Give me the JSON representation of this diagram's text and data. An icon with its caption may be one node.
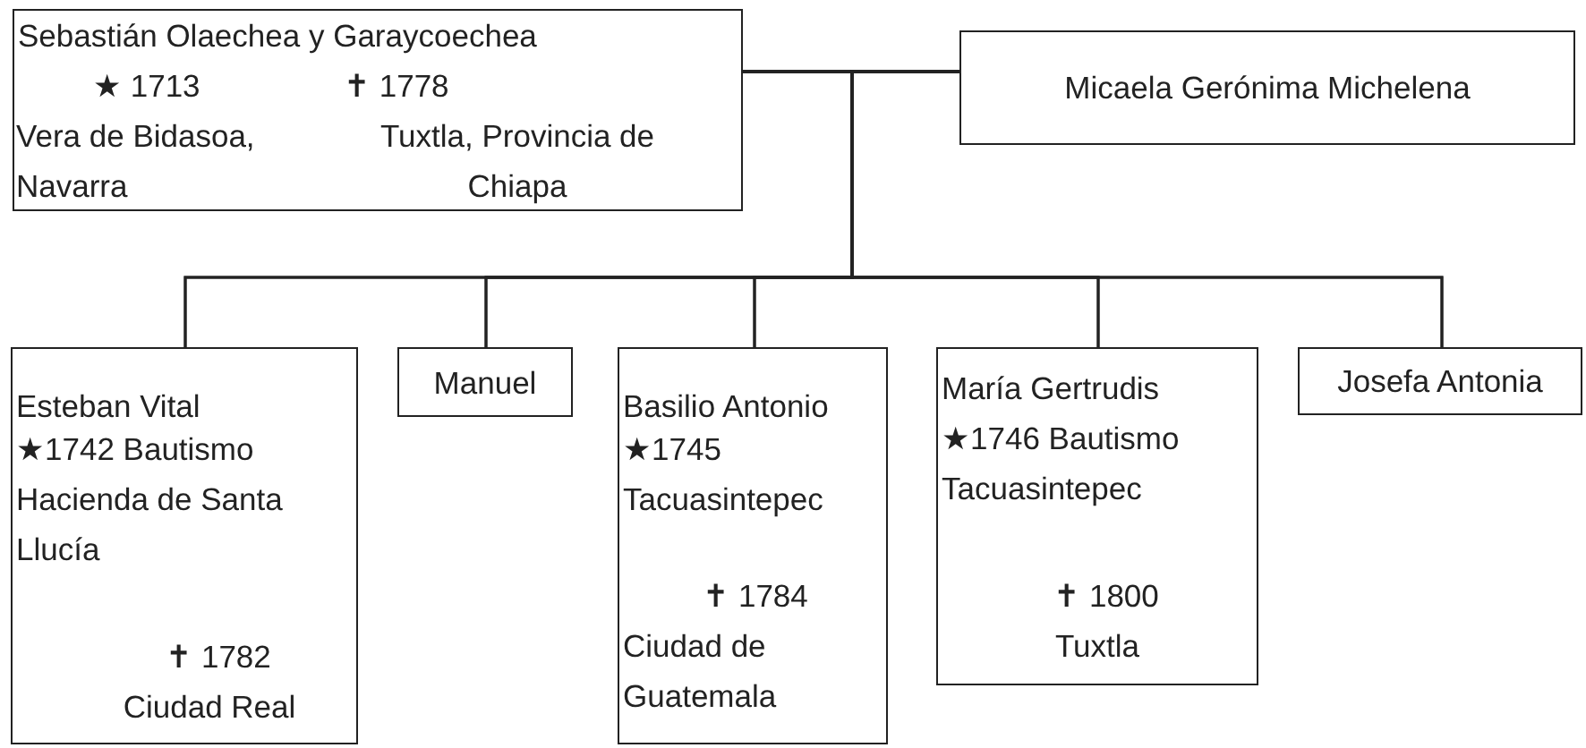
{
  "diagram": {
    "nodes": [
      {
        "text": [
          "Sebastián Olaechea y Garaycoechea",
          "★ 1713",
          "✝ 1778",
          "Vera de Bidasoa, Navarra",
          "Tuxtla, Provincia de Chiapa"
        ]
      },
      {
        "text": [
          "Micaela Gerónima Michelena"
        ]
      },
      {
        "text": [
          "Esteban Vital",
          "★1742 Bautismo",
          "Hacienda de Santa Llucía",
          "✝ 1782",
          "Ciudad Real"
        ]
      },
      {
        "text": [
          "Manuel"
        ]
      },
      {
        "text": [
          "Basilio Antonio",
          "★1745",
          "Tacuasintepec",
          "✝ 1784",
          "Ciudad de Guatemala"
        ]
      },
      {
        "text": [
          "María Gertrudis",
          "★1746 Bautismo",
          "Tacuasintepec",
          "✝ 1800",
          "Tuxtla"
        ]
      },
      {
        "text": [
          "Josefa Antonia"
        ]
      }
    ],
    "edges": [
      {
        "from": 0,
        "to": 1,
        "arrow": "none"
      },
      {
        "from": 0,
        "to": 2,
        "arrow": "none"
      },
      {
        "from": 0,
        "to": 3,
        "arrow": "none"
      },
      {
        "from": 0,
        "to": 4,
        "arrow": "none"
      },
      {
        "from": 0,
        "to": 5,
        "arrow": "none"
      },
      {
        "from": 0,
        "to": 6,
        "arrow": "none"
      },
      {
        "from": 1,
        "to": 2,
        "arrow": "none"
      },
      {
        "from": 1,
        "to": 3,
        "arrow": "none"
      },
      {
        "from": 1,
        "to": 4,
        "arrow": "none"
      },
      {
        "from": 1,
        "to": 5,
        "arrow": "none"
      },
      {
        "from": 1,
        "to": 6,
        "arrow": "none"
      }
    ]
  }
}
